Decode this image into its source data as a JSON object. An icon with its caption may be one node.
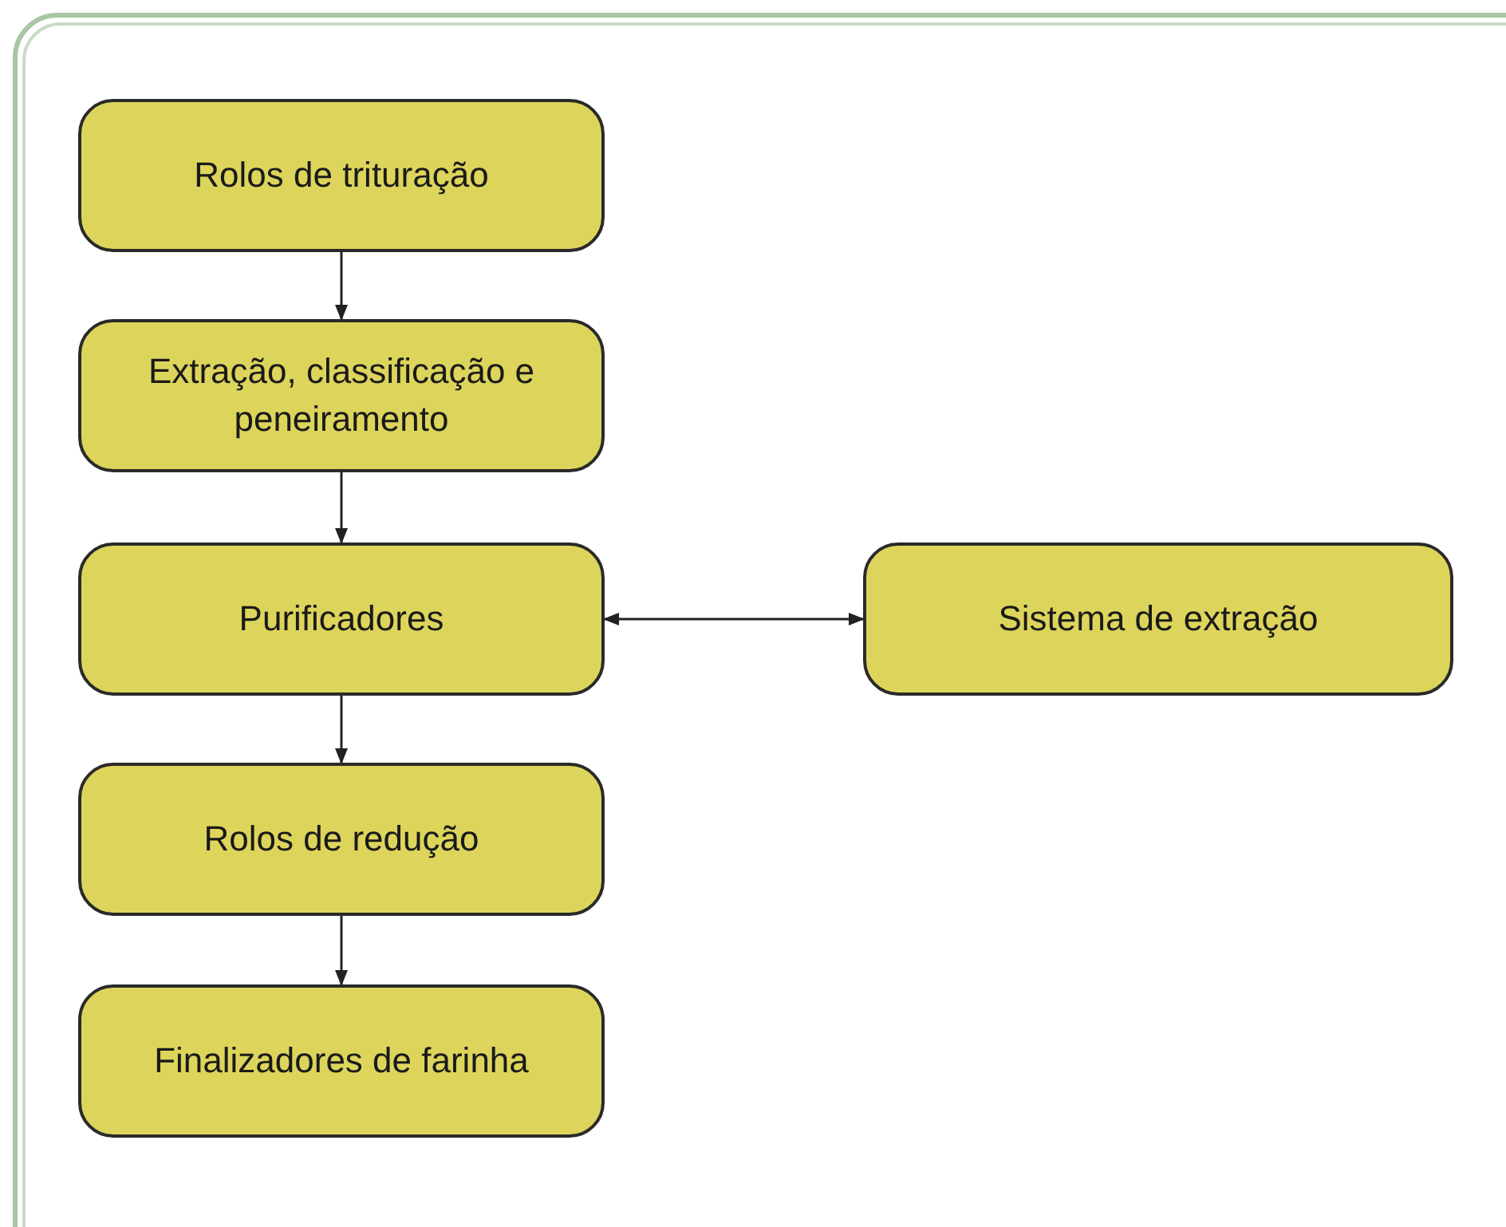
{
  "diagram": {
    "nodes": [
      {
        "text": [
          "Rolos de trituração"
        ]
      },
      {
        "text": [
          "Extração, classificação e peneiramento"
        ]
      },
      {
        "text": [
          "Purificadores"
        ]
      },
      {
        "text": [
          "Rolos de redução"
        ]
      },
      {
        "text": [
          "Finalizadores de farinha"
        ]
      },
      {
        "text": [
          "Sistema de extração"
        ]
      }
    ],
    "edges": [
      {
        "from": 0,
        "to": 1,
        "arrow": "to"
      },
      {
        "from": 1,
        "to": 2,
        "arrow": "to"
      },
      {
        "from": 2,
        "to": 3,
        "arrow": "to"
      },
      {
        "from": 3,
        "to": 4,
        "arrow": "to"
      },
      {
        "from": 2,
        "to": 5,
        "arrow": "both"
      }
    ]
  }
}
